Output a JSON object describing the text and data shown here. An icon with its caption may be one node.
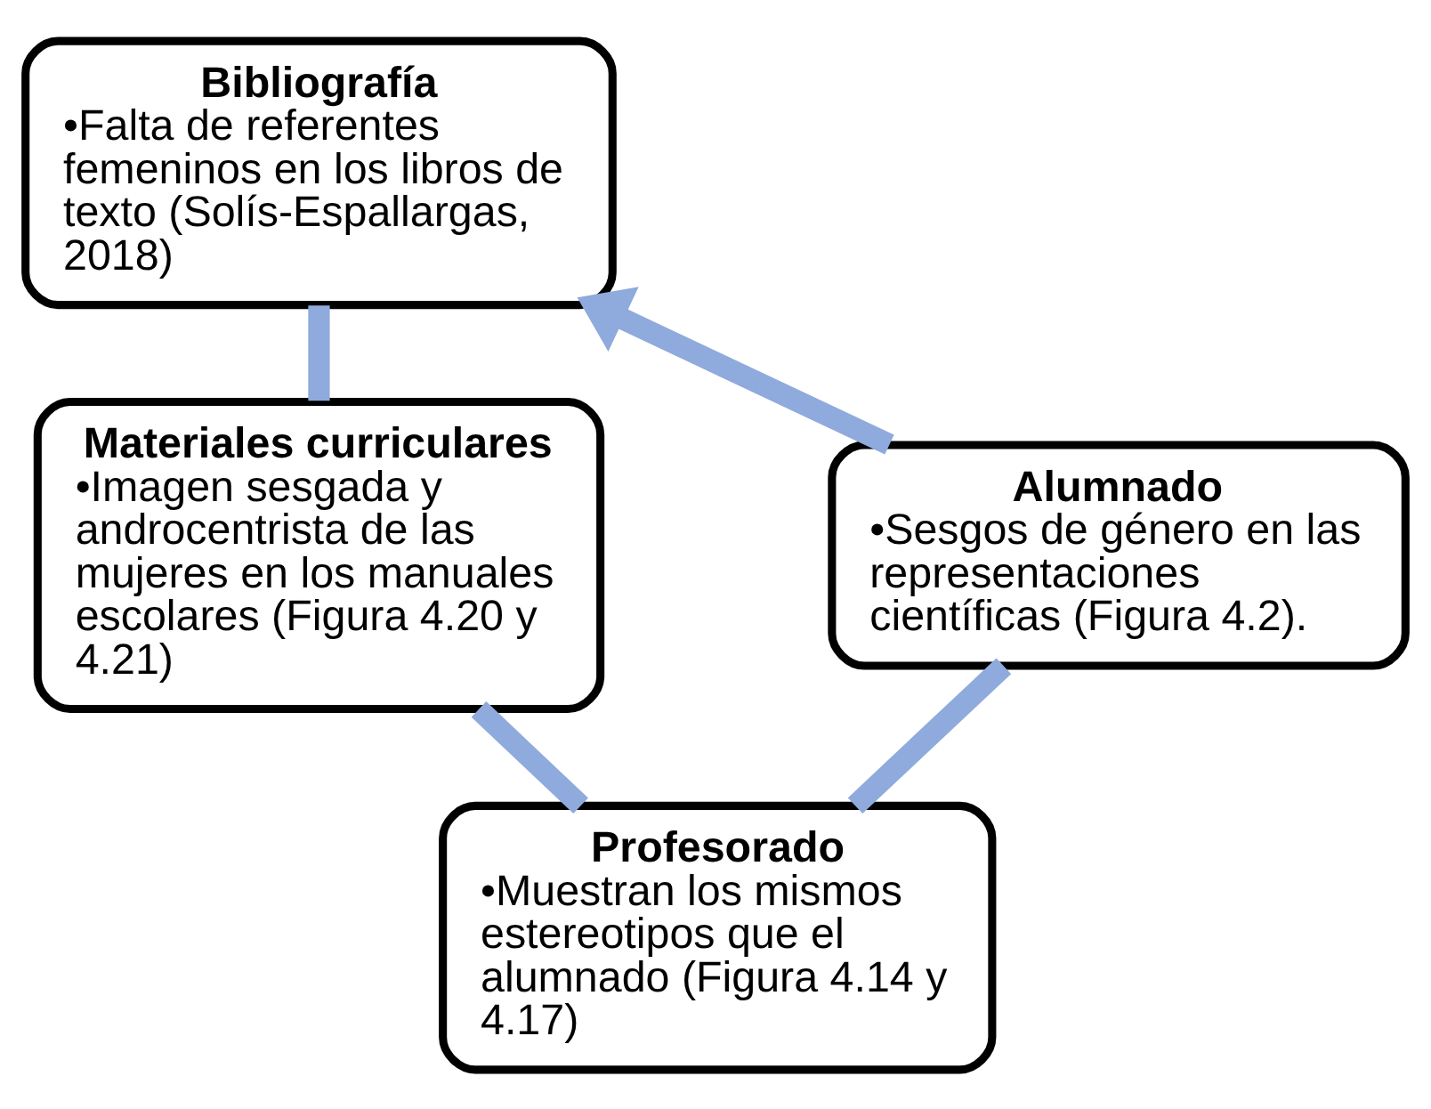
{
  "diagram": {
    "nodes": [
      {
        "text": [
          "Bibliografía",
          "•Falta de referentes femeninos en los libros de texto (Solís-Espallargas, 2018)"
        ]
      },
      {
        "text": [
          "Materiales curriculares",
          "•Imagen sesgada y androcentrista de las mujeres en los manuales escolares (Figura 4.20 y 4.21)"
        ]
      },
      {
        "text": [
          "Profesorado",
          "•Muestran los mismos estereotipos que el alumnado (Figura 4.14 y 4.17)"
        ]
      },
      {
        "text": [
          "Alumnado",
          "•Sesgos de género en las representaciones científicas (Figura 4.2)."
        ]
      }
    ],
    "edges": [
      {
        "from": 0,
        "to": 1,
        "arrow": "none",
        "color": "#8faadc"
      },
      {
        "from": 1,
        "to": 2,
        "arrow": "none",
        "color": "#8faadc"
      },
      {
        "from": 2,
        "to": 3,
        "arrow": "none",
        "color": "#8faadc"
      },
      {
        "from": 3,
        "to": 0,
        "arrow": "to",
        "color": "#8faadc"
      }
    ]
  }
}
